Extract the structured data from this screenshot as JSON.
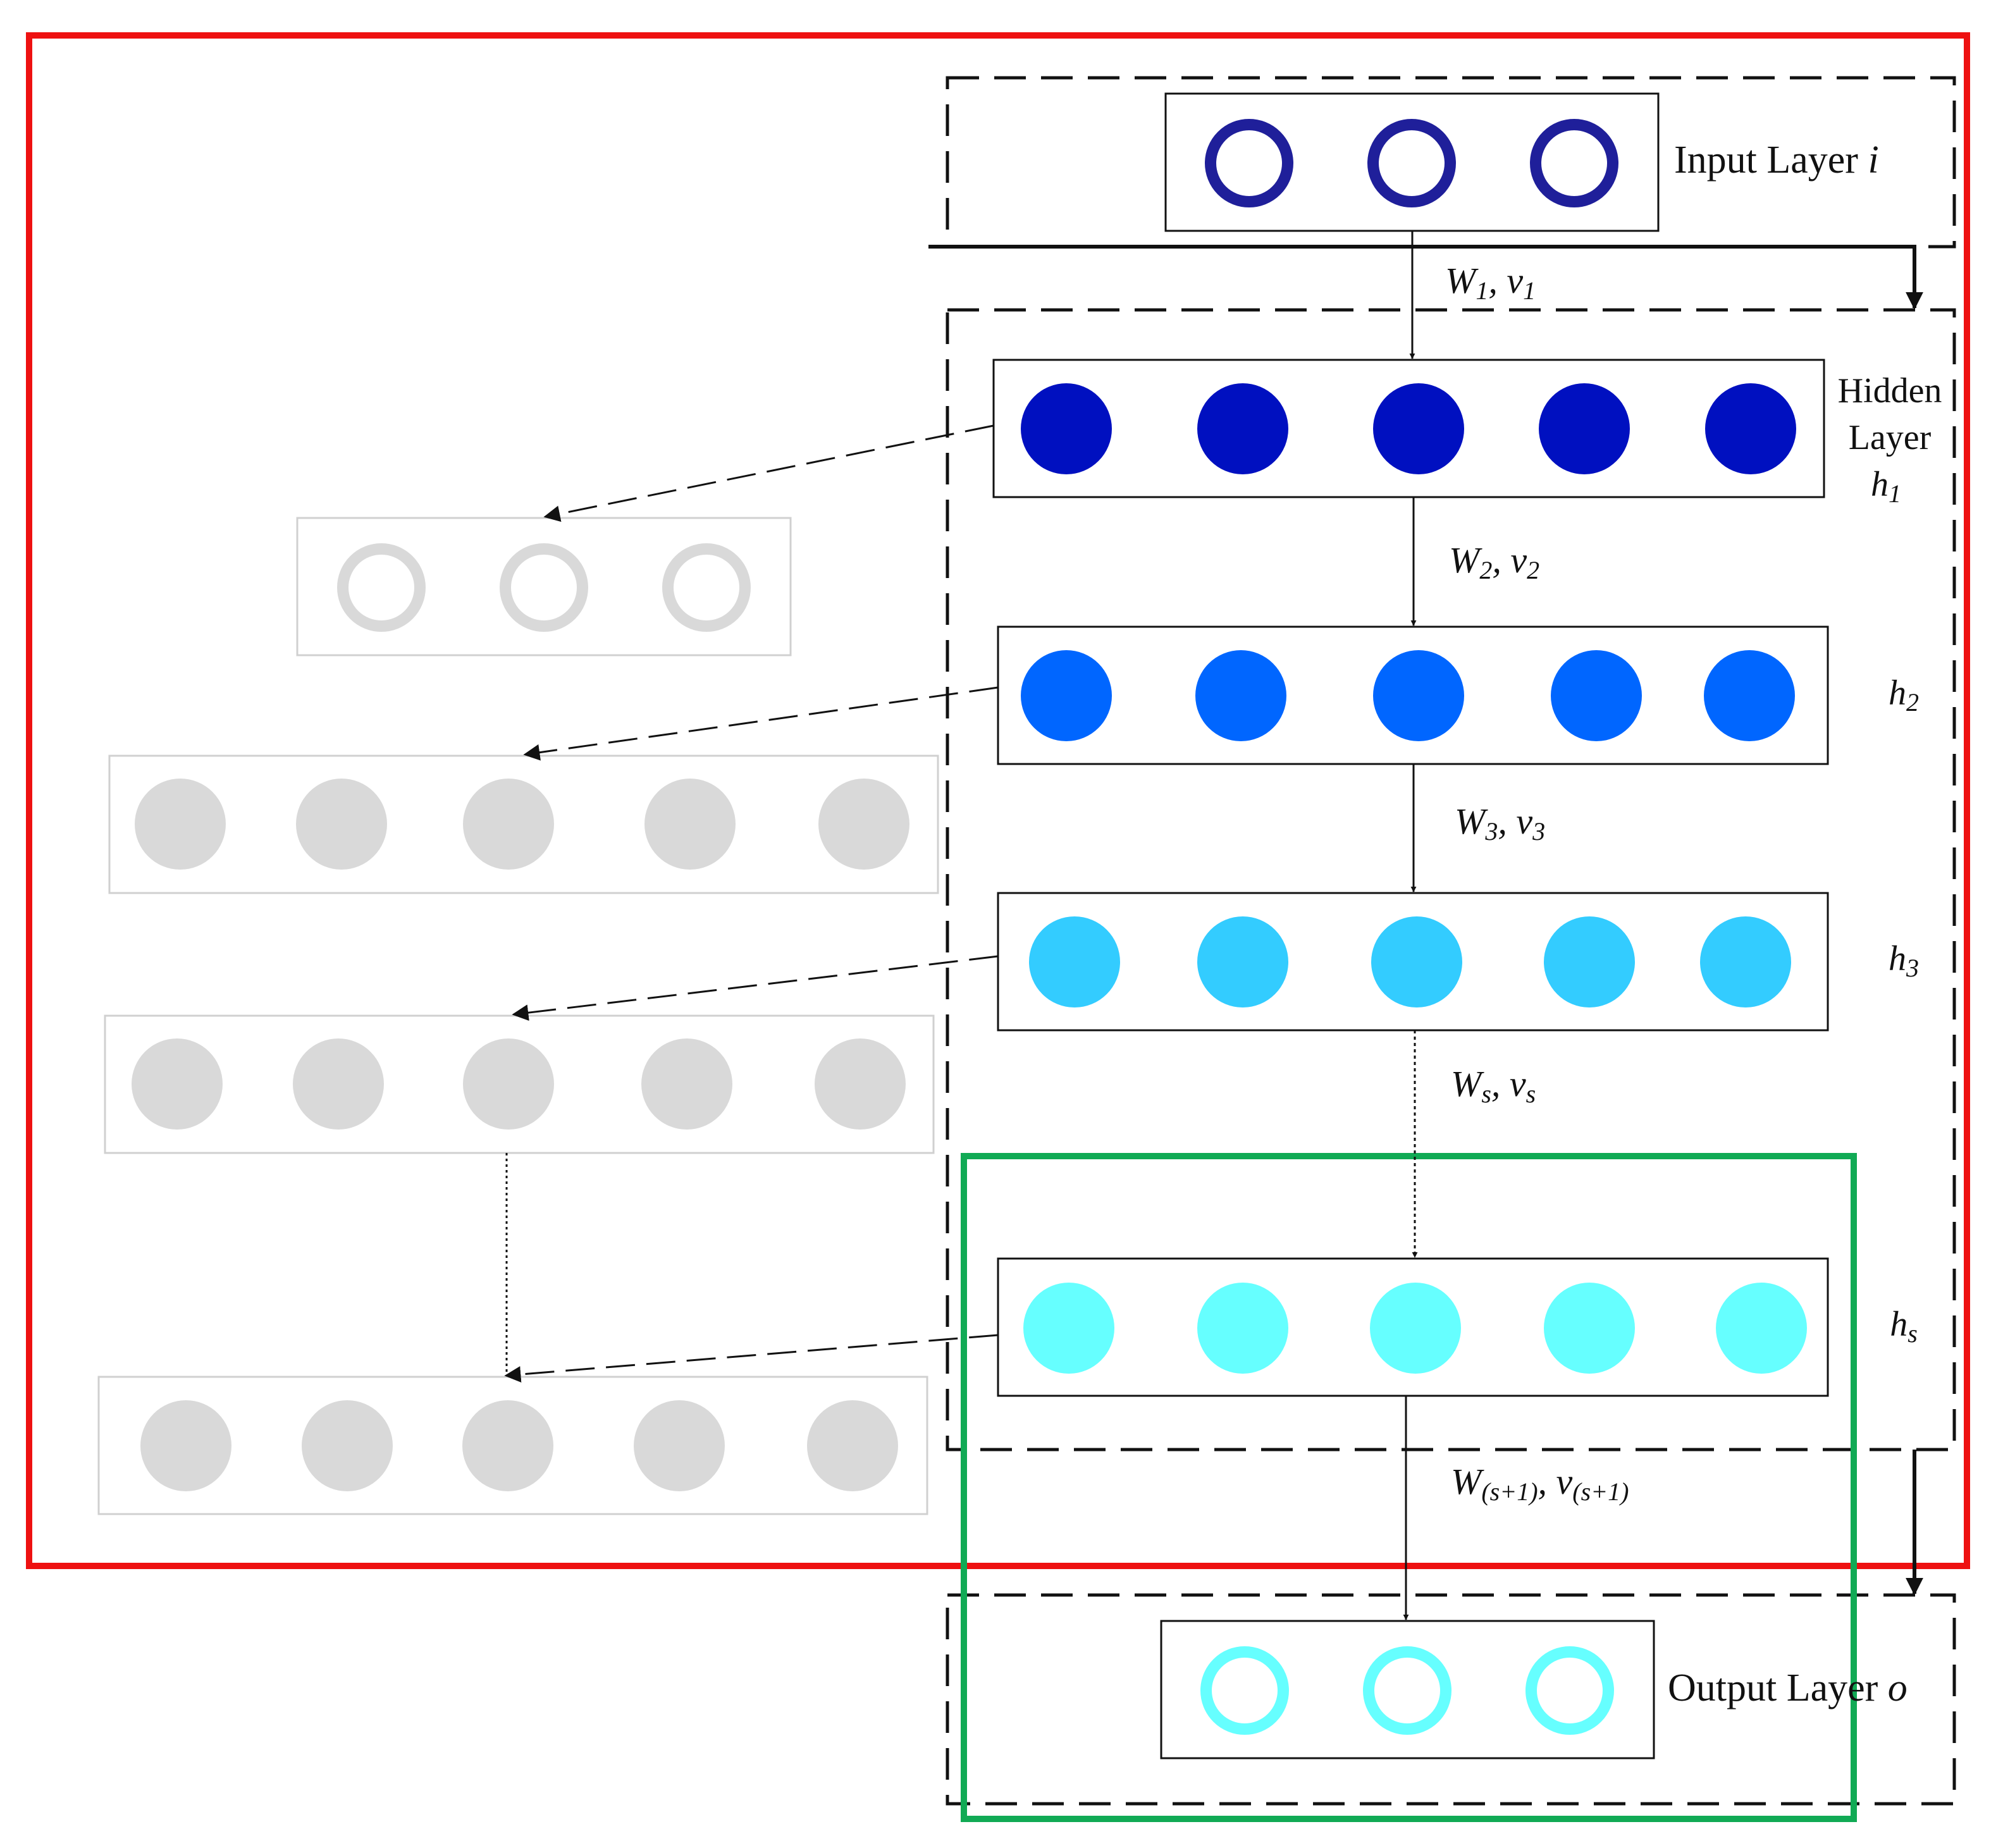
{
  "labels": {
    "input_layer": "Input Layer",
    "input_var": "i",
    "hidden_line1": "Hidden",
    "hidden_line2": "Layer",
    "h_var": "h",
    "h1_sub": "1",
    "h2_sub": "2",
    "h3_sub": "3",
    "hs_sub": "s",
    "output_layer": "Output Layer",
    "output_var": "o"
  },
  "weights": {
    "w": "W",
    "v": "v",
    "sep": ", ",
    "sub1": "1",
    "sub2": "2",
    "sub3": "3",
    "subs": "s",
    "sub_s1": "(s+1)"
  },
  "colors": {
    "outer_frame": "#ee1111",
    "green_frame": "#11aa55",
    "input_nodes": "#1f1f9a",
    "h1_nodes": "#0010c0",
    "h2_nodes": "#0066ff",
    "h3_nodes": "#33ccff",
    "hs_nodes": "#66ffff",
    "output_nodes": "#66ffff",
    "ghost_nodes": "#d9d9d9",
    "line": "#111111"
  }
}
